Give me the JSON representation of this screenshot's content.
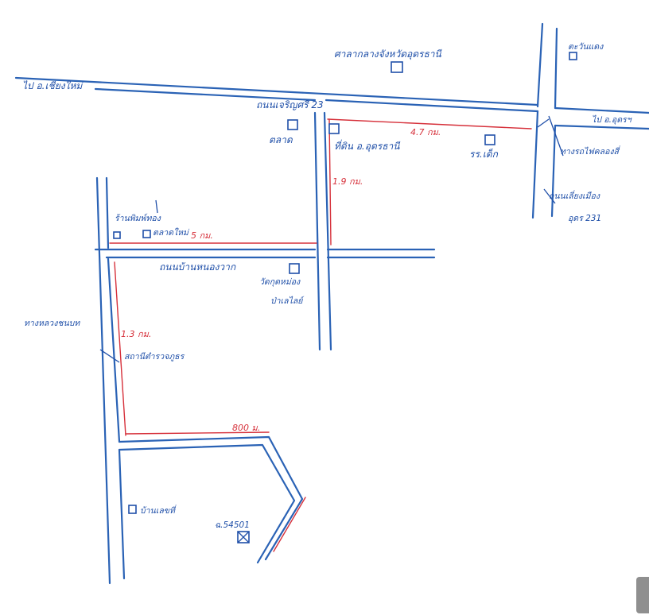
{
  "map": {
    "colors": {
      "road": "#2a62b5",
      "distance": "#d6303a",
      "text": "#1f4fa8"
    },
    "labels": {
      "to_amphoe_west": "ไป อ.เชียงใหม่",
      "district_office": "ศาลากลางจังหวัดอุดรธานี",
      "main_road": "ถนนเจริญศรี 23",
      "market": "ตลาด",
      "land_office": "ที่ดิน อ.อุดรธานี",
      "school": "รร.เด็ก",
      "temple_ne": "ตะวันแดง",
      "to_amphoe_east": "ไป อ.อุดรฯ",
      "railway": "ทางรถไฟคลองสี่",
      "highway": "ถนนเลี่ยงเมือง",
      "highway_2": "อุดร 231",
      "shop_left": "ร้านพิมพ์ทอง",
      "shop_right": "ตลาดใหม่",
      "road_mid": "ถนนบ้านหนองวาก",
      "temple_mid": "วัดกุดหม่อง",
      "temple_mid_2": "ป่าเลไลย์",
      "road_left": "ทางหลวงชนบท",
      "police": "สถานีตำรวจภูธร",
      "house": "บ้านเลขที่",
      "land_plot": "ฉ.54501"
    },
    "distances": {
      "top_road": "4.7 กม.",
      "vertical_right": "1.9 กม.",
      "middle_road": "5 กม.",
      "vertical_left": "1.3 กม.",
      "bottom_road": "800 ม."
    }
  }
}
